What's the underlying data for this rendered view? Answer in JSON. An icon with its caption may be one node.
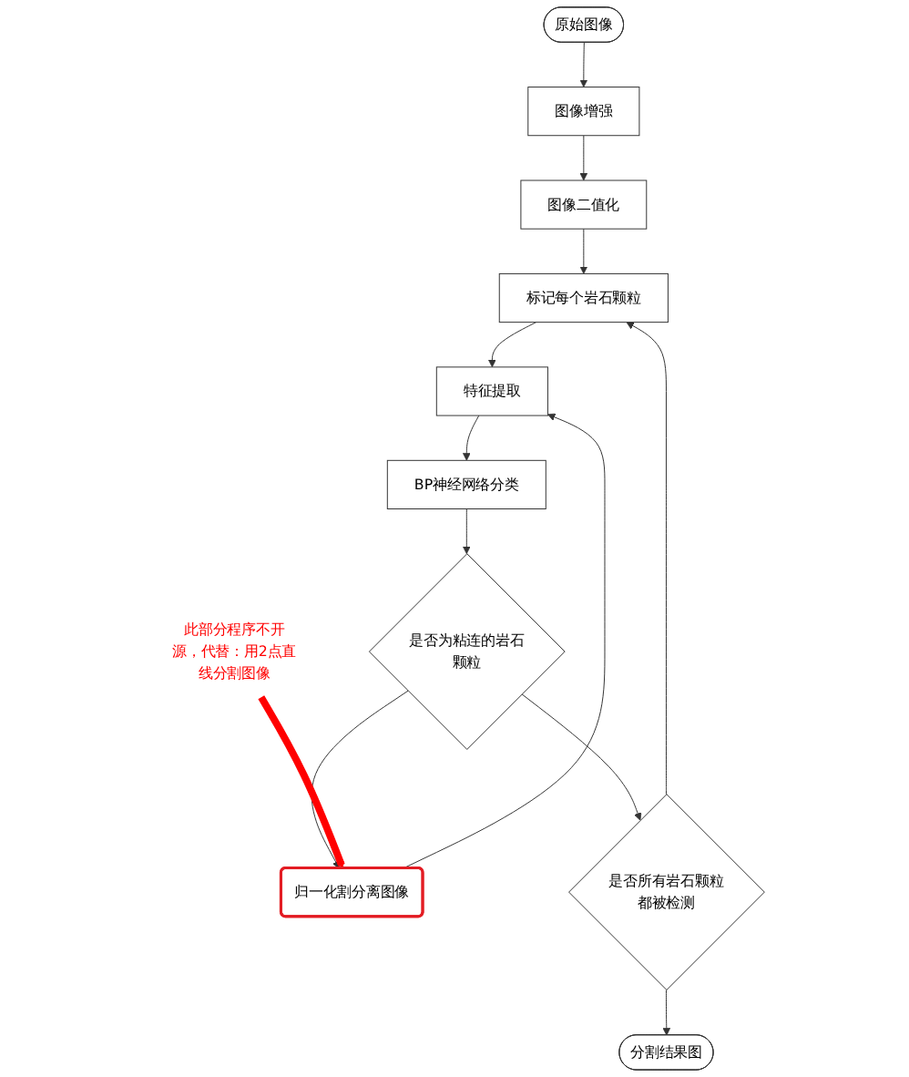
{
  "diagram": {
    "nodes": [
      {
        "text": [
          "原始图像"
        ]
      },
      {
        "text": [
          "图像增强"
        ]
      },
      {
        "text": [
          "图像二值化"
        ]
      },
      {
        "text": [
          "标记每个岩石颗粒"
        ]
      },
      {
        "text": [
          "特征提取"
        ]
      },
      {
        "text": [
          "BP神经网络分类"
        ]
      },
      {
        "text": [
          "是否为粘连的岩石颗粒"
        ]
      },
      {
        "text": [
          "归一化割分离图像"
        ]
      },
      {
        "text": [
          "是否所有岩石颗粒都被检测"
        ]
      },
      {
        "text": [
          "分割结果图"
        ]
      },
      {
        "text": [
          "此部分程序不开源，代替：用2点直线分割图像"
        ]
      }
    ],
    "edges": [
      {
        "from": 0,
        "to": 1,
        "arrow": "to"
      },
      {
        "from": 1,
        "to": 2,
        "arrow": "to"
      },
      {
        "from": 2,
        "to": 3,
        "arrow": "to"
      },
      {
        "from": 3,
        "to": 4,
        "arrow": "to"
      },
      {
        "from": 4,
        "to": 5,
        "arrow": "to"
      },
      {
        "from": 5,
        "to": 6,
        "arrow": "to"
      },
      {
        "from": 6,
        "to": 7,
        "arrow": "to"
      },
      {
        "from": 7,
        "to": 4,
        "arrow": "to"
      },
      {
        "from": 6,
        "to": 8,
        "arrow": "to"
      },
      {
        "from": 8,
        "to": 3,
        "arrow": "to"
      },
      {
        "from": 8,
        "to": 9,
        "arrow": "to"
      },
      {
        "from": 10,
        "to": 7,
        "arrow": "to",
        "style": "thick",
        "color": "#ff0000"
      }
    ]
  }
}
